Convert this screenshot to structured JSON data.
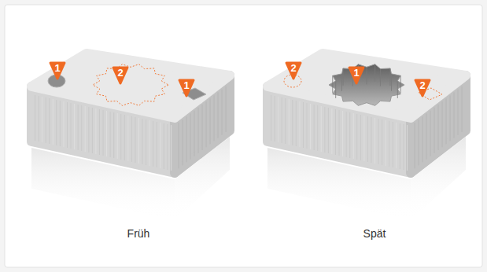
{
  "diagram": {
    "nodes": [
      {
        "text": [
          "1"
        ]
      },
      {
        "text": [
          "2"
        ]
      },
      {
        "text": [
          "1"
        ]
      },
      {
        "text": [
          "2"
        ]
      },
      {
        "text": [
          "1"
        ]
      },
      {
        "text": [
          "2"
        ]
      }
    ],
    "labels": [
      "Früh",
      "Spät"
    ]
  }
}
